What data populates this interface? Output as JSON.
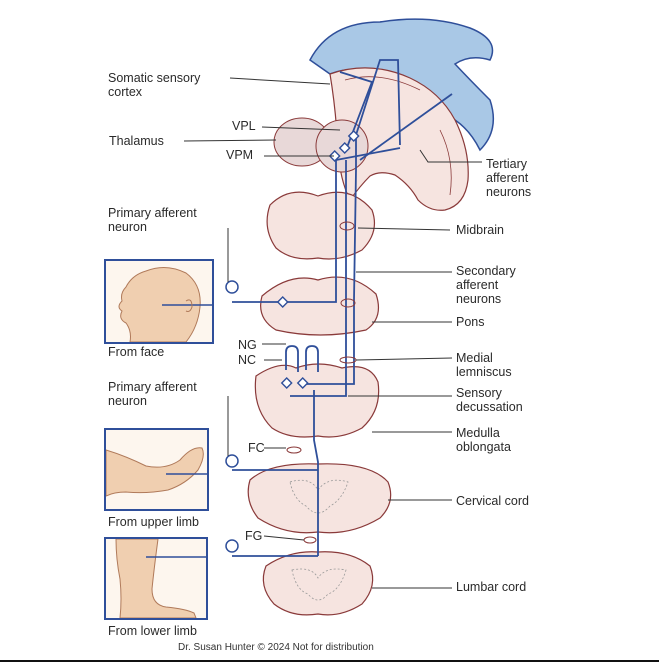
{
  "labels": {
    "somatic_sensory_cortex": "Somatic sensory\ncortex",
    "vpl": "VPL",
    "thalamus": "Thalamus",
    "vpm": "VPM",
    "tertiary_afferent_neurons": "Tertiary\nafferent\nneurons",
    "primary_afferent_neuron_face": "Primary afferent\nneuron",
    "midbrain": "Midbrain",
    "secondary_afferent_neurons": "Secondary\nafferent\nneurons",
    "pons": "Pons",
    "from_face": "From face",
    "ng": "NG",
    "nc": "NC",
    "medial_lemniscus": "Medial\nlemniscus",
    "primary_afferent_neuron_limb": "Primary afferent\nneuron",
    "sensory_decussation": "Sensory\ndecussation",
    "fc": "FC",
    "medulla_oblongata": "Medulla\noblongata",
    "cervical_cord": "Cervical cord",
    "from_upper_limb": "From upper limb",
    "fg": "FG",
    "lumbar_cord": "Lumbar cord",
    "from_lower_limb": "From lower limb"
  },
  "credit": "Dr. Susan Hunter © 2024 Not for distribution",
  "colors": {
    "pathway": "#2f4f9a",
    "cortex_fill": "#a9c8e6",
    "brain_tissue": "#f6e4e0",
    "tissue_outline": "#8a3a3a",
    "leader": "#333333"
  }
}
